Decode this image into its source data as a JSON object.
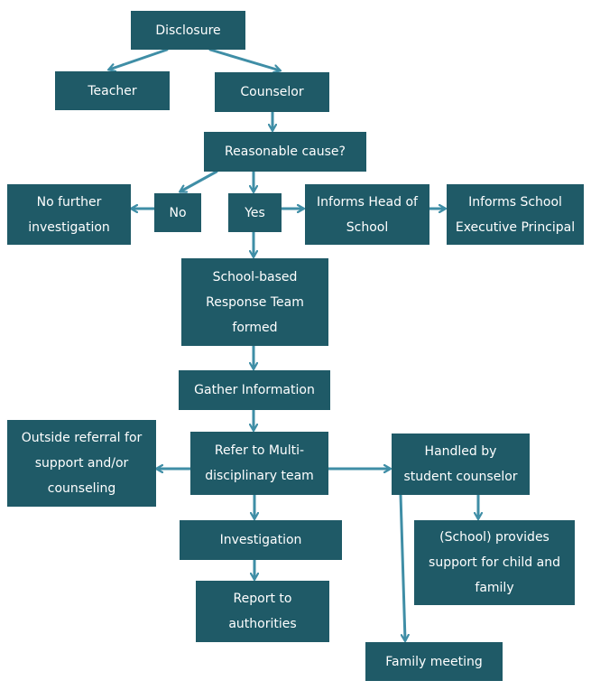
{
  "colors": {
    "box": "#1f5a67",
    "arrow": "#3f8ea6",
    "text": "#ffffff"
  },
  "nodes": {
    "disclosure": "Disclosure",
    "teacher": "Teacher",
    "counselor": "Counselor",
    "reasonable_cause": "Reasonable cause?",
    "no_further": "No further\ninvestigation",
    "no": "No",
    "yes": "Yes",
    "informs_head": "Informs Head of\nSchool",
    "informs_exec": "Informs School\nExecutive Principal",
    "response_team": "School-based\nResponse Team\nformed",
    "gather_info": "Gather Information",
    "outside_referral": "Outside referral for\nsupport and/or\ncounseling",
    "refer_multi": "Refer to Multi-\ndisciplinary team",
    "handled_by": "Handled by\nstudent counselor",
    "investigation": "Investigation",
    "school_provides": "(School) provides\nsupport for child and\nfamily",
    "report": "Report to\nauthorities",
    "family_meeting": "Family meeting"
  }
}
